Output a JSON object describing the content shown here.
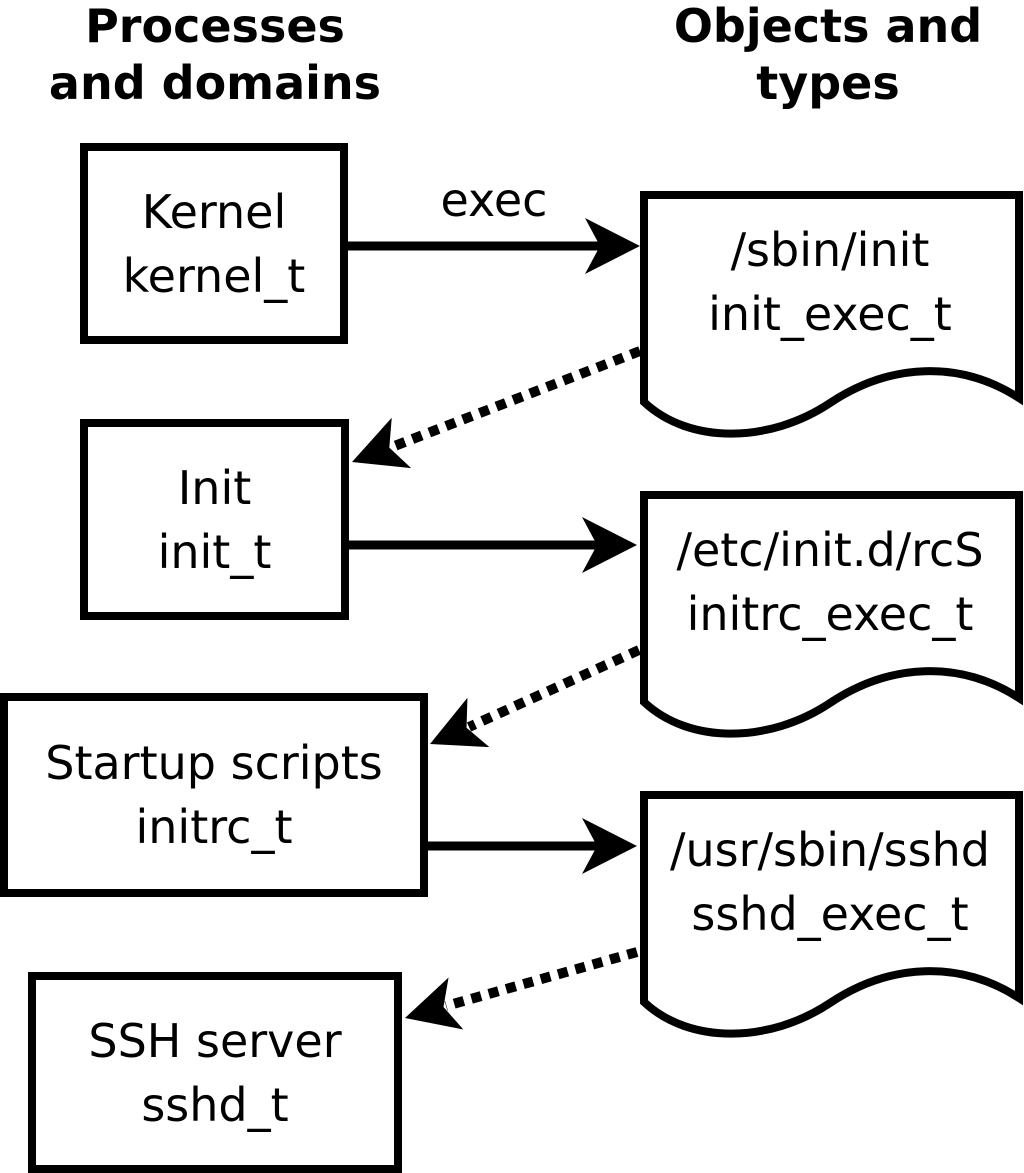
{
  "columns": {
    "processes": {
      "line1": "Processes",
      "line2": "and domains"
    },
    "objects": {
      "line1": "Objects and",
      "line2": "types"
    }
  },
  "process_boxes": [
    {
      "label": "Kernel",
      "type": "kernel_t"
    },
    {
      "label": "Init",
      "type": "init_t"
    },
    {
      "label": "Startup scripts",
      "type": "initrc_t"
    },
    {
      "label": "SSH server",
      "type": "sshd_t"
    }
  ],
  "object_boxes": [
    {
      "path": "/sbin/init",
      "type": "init_exec_t"
    },
    {
      "path": "/etc/init.d/rcS",
      "type": "initrc_exec_t"
    },
    {
      "path": "/usr/sbin/sshd",
      "type": "sshd_exec_t"
    }
  ],
  "arrow_labels": {
    "exec": "exec"
  },
  "colors": {
    "foreground": "#000000",
    "background": "#ffffff"
  }
}
